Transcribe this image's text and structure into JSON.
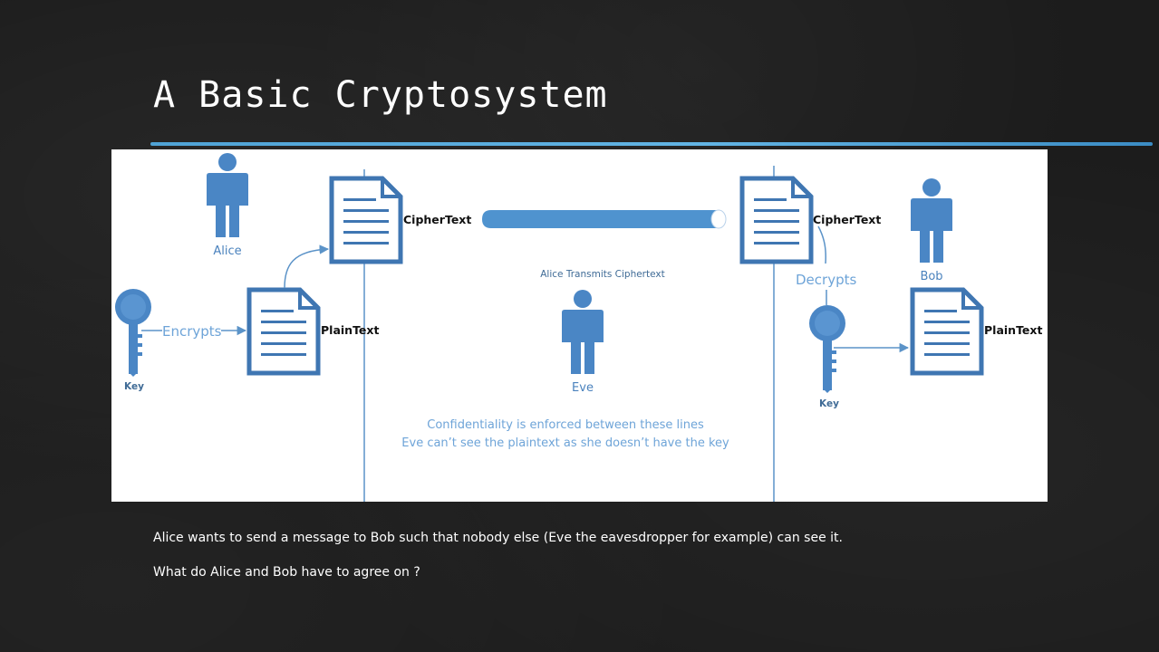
{
  "slide": {
    "title": "A Basic Cryptosystem",
    "body_lines": [
      "Alice wants to send a message to Bob such that nobody else (Eve the eavesdropper for example)  can see it.",
      "What do Alice and Bob have to agree on ?"
    ]
  },
  "diagram": {
    "people": {
      "alice": "Alice",
      "eve": "Eve",
      "bob": "Bob"
    },
    "documents": {
      "left_ciphertext": "CipherText",
      "left_plaintext": "PlainText",
      "right_ciphertext": "CipherText",
      "right_plaintext": "PlainText"
    },
    "keys": {
      "left": "Key",
      "right": "Key"
    },
    "actions": {
      "encrypts": "Encrypts",
      "decrypts": "Decrypts"
    },
    "transmit_label": "Alice Transmits Ciphertext",
    "notes": [
      "Confidentiality is enforced between these lines",
      "Eve can’t see the plaintext as she doesn’t have the key"
    ]
  },
  "colors": {
    "accent": "#4f93cf",
    "icon_fill": "#4a86c5",
    "icon_stroke": "#3f76b2",
    "boundary_line": "#5b93c8",
    "title_rule": "#4fa3d6"
  },
  "icons": [
    "person-icon",
    "document-icon",
    "key-icon",
    "transmission-pipe-icon"
  ]
}
